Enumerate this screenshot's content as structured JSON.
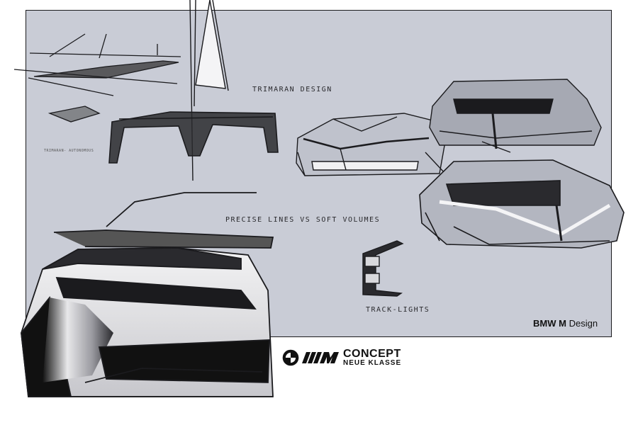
{
  "annotations": {
    "trimaran": "Trimaran Design",
    "precise": "Precise lines vs soft volumes",
    "track": "Track-lights",
    "tiny_note": "Trimaran- autonomous"
  },
  "branding": {
    "corner_bmw": "BMW",
    "corner_m": "M",
    "corner_design": "Design",
    "concept": "CONCEPT",
    "neue_klasse": "NEUE KLASSE"
  },
  "colors": {
    "panel_bg": "#c9ccd6",
    "ink": "#1b1b1e",
    "m_blue": "#0066b1",
    "m_red": "#e22718"
  },
  "icons": [
    "bmw-roundel-icon",
    "m-stripes-logo"
  ]
}
